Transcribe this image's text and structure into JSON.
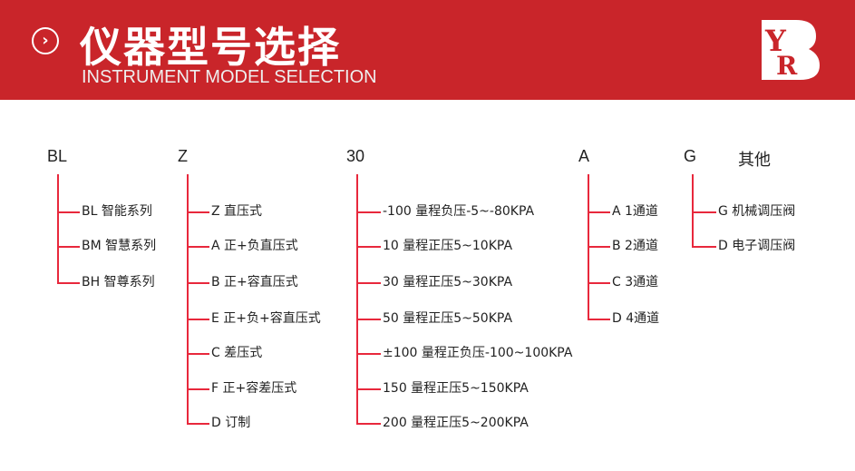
{
  "header": {
    "title": "仪器型号选择",
    "subtitle": "INSTRUMENT MODEL SELECTION",
    "logo_text": "YRB",
    "accent": "#c9252a"
  },
  "columns": [
    {
      "code": "BL",
      "items": [
        "BL  智能系列",
        "BM 智慧系列",
        "BH 智尊系列"
      ]
    },
    {
      "code": "Z",
      "items": [
        "Z  直压式",
        "A  正+负直压式",
        "B  正+容直压式",
        "E  正+负+容直压式",
        "C  差压式",
        "F  正+容差压式",
        "D  订制"
      ]
    },
    {
      "code": "30",
      "items": [
        "-100 量程负压-5~-80KPA",
        "10 量程正压5~10KPA",
        "30 量程正压5~30KPA",
        "50 量程正压5~50KPA",
        "±100 量程正负压-100~100KPA",
        "150 量程正压5~150KPA",
        "200 量程正压5~200KPA"
      ]
    },
    {
      "code": "A",
      "items": [
        "A  1通道",
        "B  2通道",
        "C  3通道",
        "D  4通道"
      ]
    },
    {
      "code": "G",
      "extra": "其他",
      "items": [
        "G  机械调压阀",
        "D  电子调压阀"
      ]
    }
  ]
}
